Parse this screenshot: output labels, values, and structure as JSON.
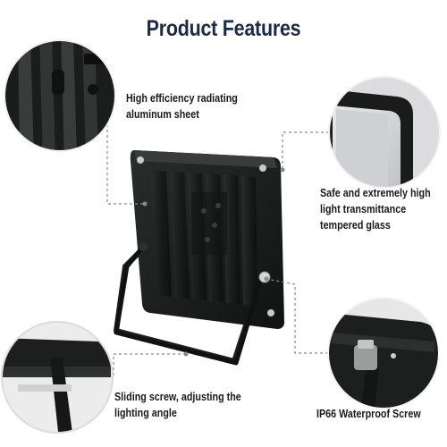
{
  "header": {
    "title": "Product Features"
  },
  "features": [
    {
      "label": "High efficiency radiating aluminum sheet"
    },
    {
      "label": "Safe and extremely high light transmittance tempered glass"
    },
    {
      "label": "Sliding screw, adjusting the lighting angle"
    },
    {
      "label": "IP66 Waterproof Screw"
    }
  ],
  "colors": {
    "title": "#1c2a49",
    "body": "#1d1f1f",
    "callout_line": "#8a8a8a",
    "background": "#ffffff"
  }
}
